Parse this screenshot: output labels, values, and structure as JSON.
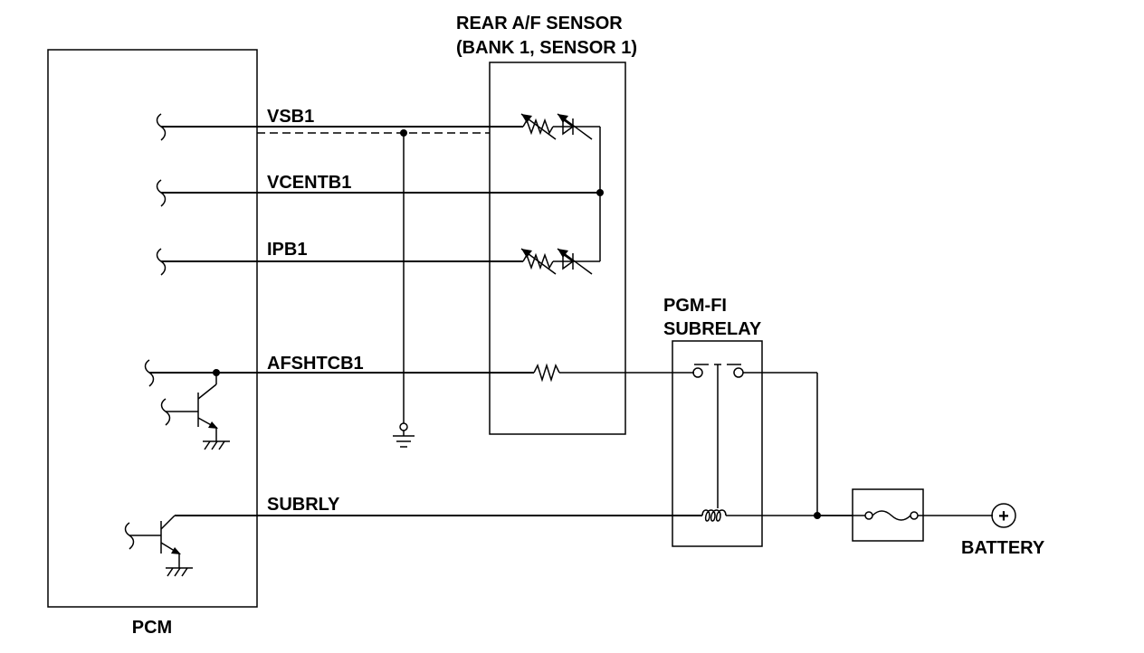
{
  "title": {
    "line1": "REAR A/F SENSOR",
    "line2": "(BANK 1, SENSOR 1)"
  },
  "components": {
    "pcm": "PCM",
    "relay_line1": "PGM-FI",
    "relay_line2": "SUBRELAY",
    "battery": "BATTERY",
    "battery_symbol": "+"
  },
  "signals": {
    "vsb1": "VSB1",
    "vcentb1": "VCENTB1",
    "ipb1": "IPB1",
    "afshtcb1": "AFSHTCB1",
    "subrly": "SUBRLY"
  }
}
